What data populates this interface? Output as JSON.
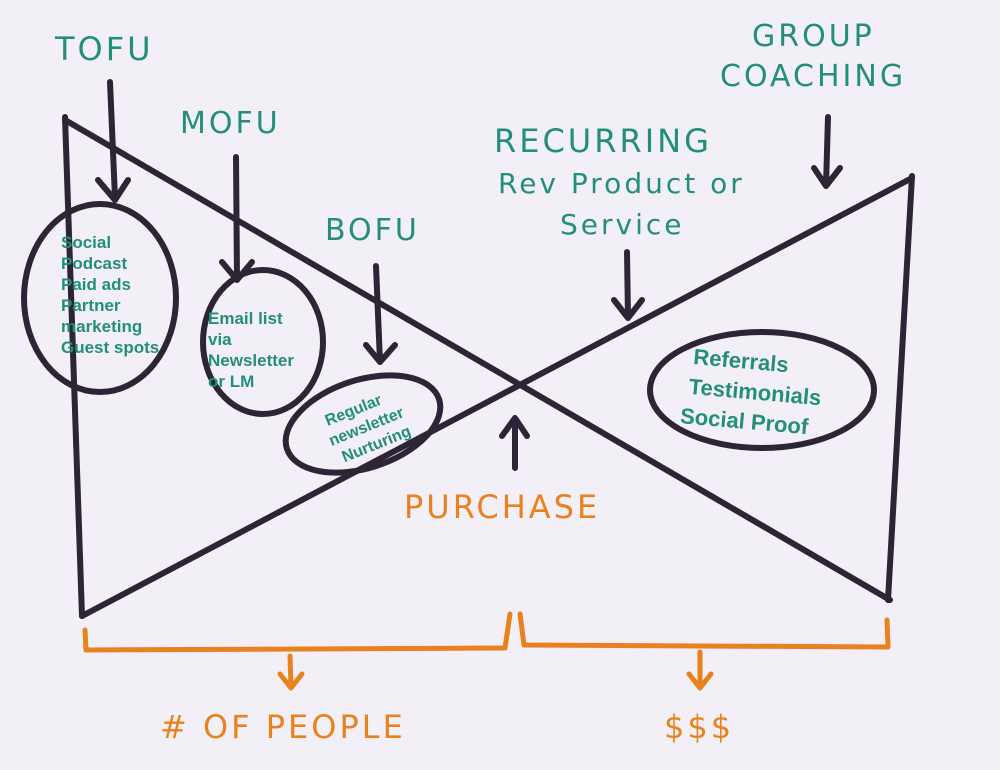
{
  "colors": {
    "background": "#f2eff7",
    "ink": "#2d2436",
    "teal": "#238f7b",
    "orange": "#e8821e"
  },
  "labels": {
    "tofu": "TOFU",
    "mofu": "MOFU",
    "bofu": "BOFU",
    "recurring": [
      "RECURRING",
      "Rev Product or",
      "Service"
    ],
    "group_coaching": [
      "GROUP",
      "COACHING"
    ],
    "purchase": "PURCHASE",
    "num_people": "# OF PEOPLE",
    "money": "$$$"
  },
  "boxes": {
    "tofu": [
      "Social",
      "Podcast",
      "Paid ads",
      "Partner",
      "marketing",
      "Guest spots"
    ],
    "mofu": [
      "Email list",
      "via",
      "Newsletter",
      "or LM"
    ],
    "bofu": [
      "Regular",
      "newsletter",
      "Nurturing"
    ],
    "retention": [
      "Referrals",
      "Testimonials",
      "Social Proof"
    ]
  }
}
